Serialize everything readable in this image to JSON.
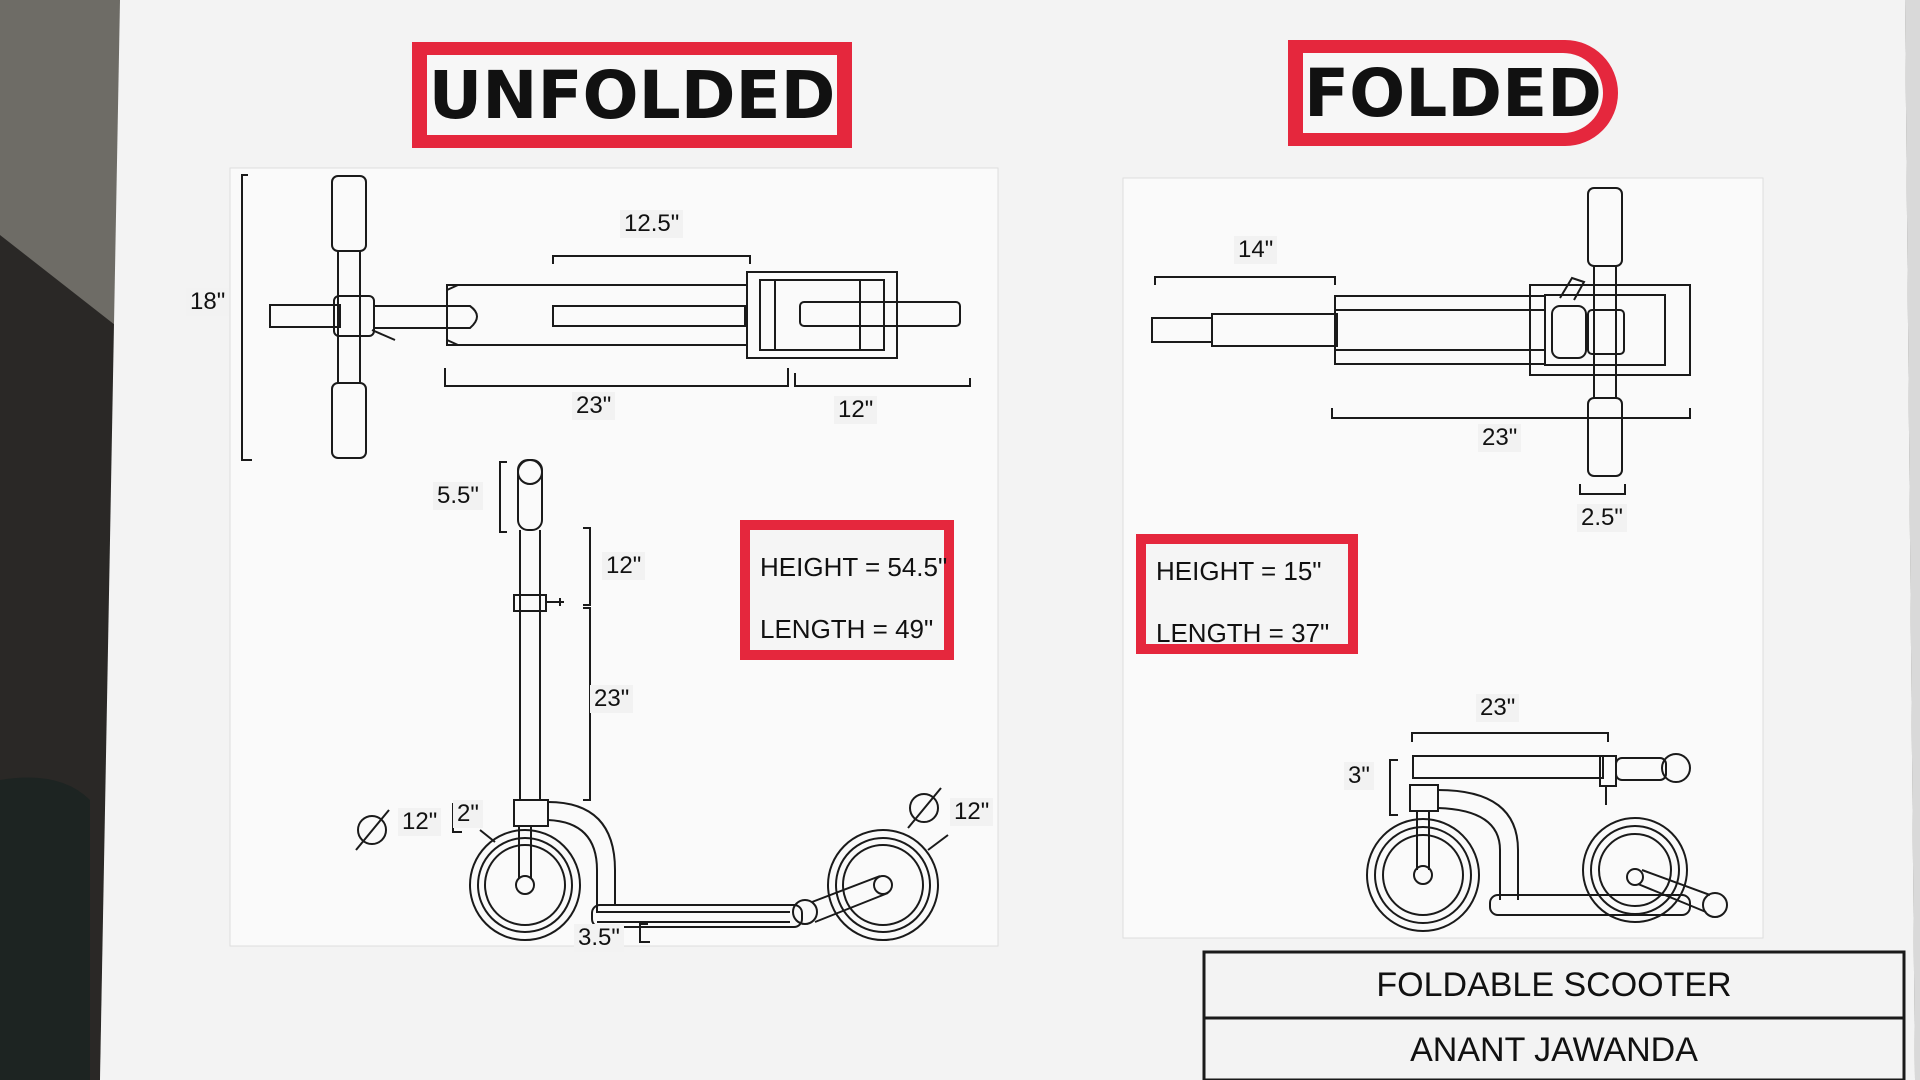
{
  "unfolded": {
    "heading": "UNFOLDED",
    "top_view": {
      "total_width": "18\"",
      "deck_inner": "12.5\"",
      "deck_length": "23\"",
      "rear_length": "12\""
    },
    "side_view": {
      "handle": "5.5\"",
      "upper_stem": "12\"",
      "lower_stem": "23\"",
      "front_wheel": "12\"",
      "fork": "2\"",
      "rear_wheel": "12\"",
      "clearance": "3.5\""
    },
    "specs": {
      "height": "HEIGHT = 54.5\"",
      "length": "LENGTH = 49\""
    }
  },
  "folded": {
    "heading": "FOLDED",
    "top_view": {
      "stem_length": "14\"",
      "deck_length": "23\"",
      "handle_width": "2.5\""
    },
    "side_view": {
      "deck_length": "23\"",
      "height": "3\""
    },
    "specs": {
      "height": "HEIGHT = 15\"",
      "length": "LENGTH = 37\""
    }
  },
  "title_block": {
    "title": "FOLDABLE SCOOTER",
    "author": "ANANT JAWANDA"
  },
  "colors": {
    "accent": "#e5273d",
    "paper": "#f4f4f4",
    "ink": "#1a1a1a",
    "background": "#6f6d68"
  }
}
